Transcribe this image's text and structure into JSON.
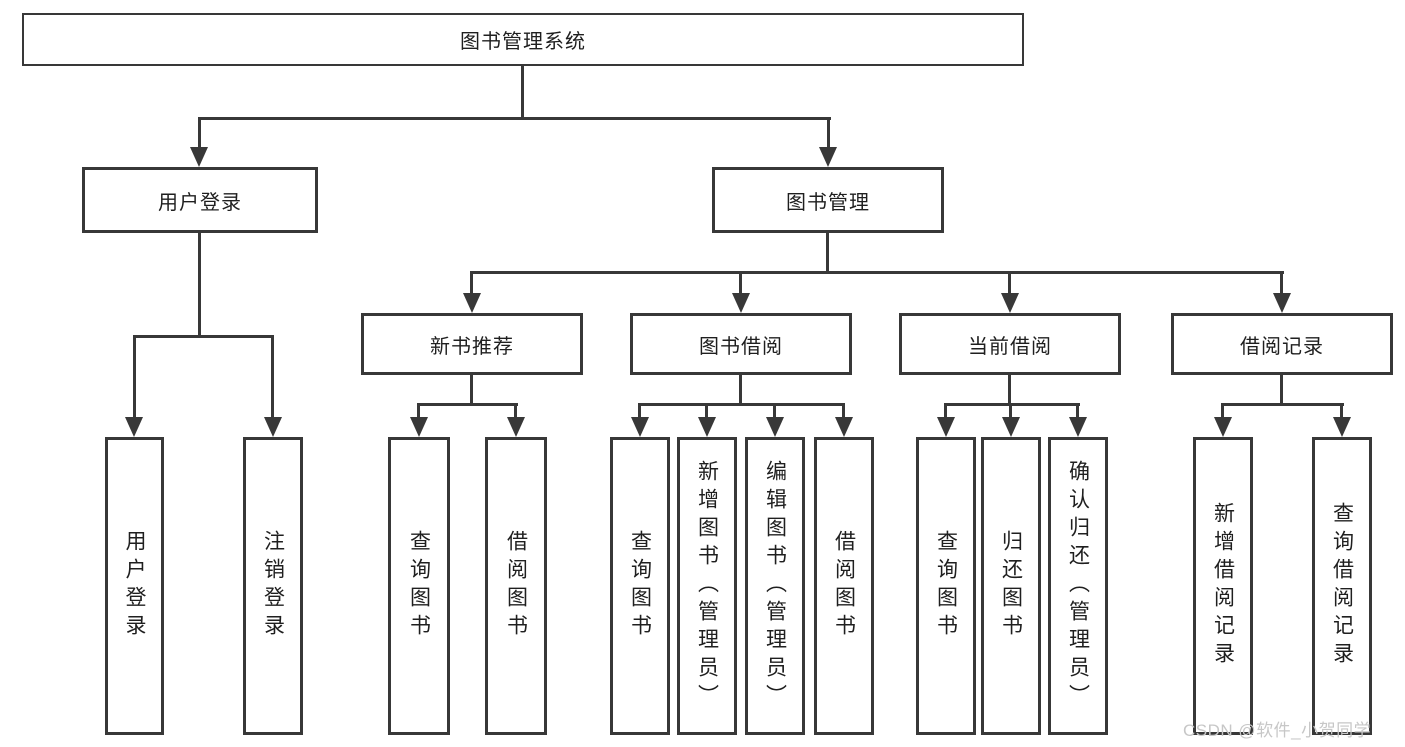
{
  "tree": {
    "root": "图书管理系统",
    "user": {
      "label": "用户登录",
      "children": [
        "用户登录",
        "注销登录"
      ]
    },
    "books": {
      "label": "图书管理",
      "children": [
        {
          "label": "新书推荐",
          "children": [
            "查询图书",
            "借阅图书"
          ]
        },
        {
          "label": "图书借阅",
          "children": [
            "查询图书",
            "新增图书（管理员）",
            "编辑图书（管理员）",
            "借阅图书"
          ]
        },
        {
          "label": "当前借阅",
          "children": [
            "查询图书",
            "归还图书",
            "确认归还（管理员）"
          ]
        },
        {
          "label": "借阅记录",
          "children": [
            "新增借阅记录",
            "查询借阅记录"
          ]
        }
      ]
    }
  },
  "watermark": "CSDN @软件_小贺同学",
  "colors": {
    "line": "#383838",
    "text": "#1f1f1f",
    "watermark": "#c7c7c7"
  }
}
